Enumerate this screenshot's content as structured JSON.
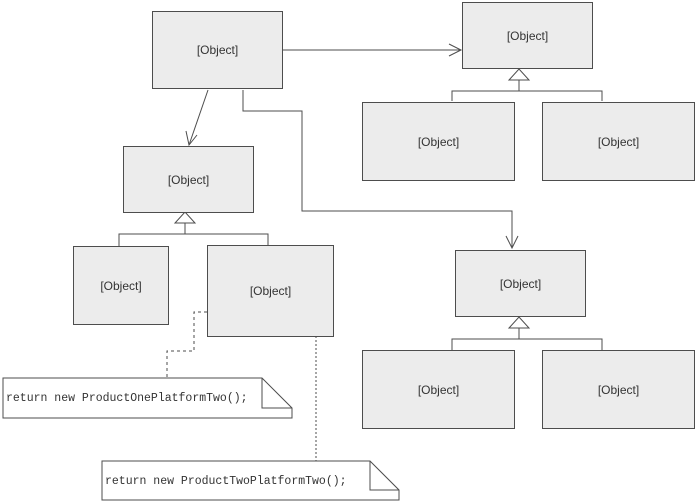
{
  "diagram": {
    "boxes": [
      {
        "id": "client",
        "label": "[Object]"
      },
      {
        "id": "abstract-product-top",
        "label": "[Object]"
      },
      {
        "id": "product-top-left",
        "label": "[Object]"
      },
      {
        "id": "product-top-right",
        "label": "[Object]"
      },
      {
        "id": "abstract-factory",
        "label": "[Object]"
      },
      {
        "id": "factory-platform-one",
        "label": "[Object]"
      },
      {
        "id": "factory-platform-two",
        "label": "[Object]"
      },
      {
        "id": "abstract-product-bottom",
        "label": "[Object]"
      },
      {
        "id": "product-bottom-left",
        "label": "[Object]"
      },
      {
        "id": "product-bottom-right",
        "label": "[Object]"
      }
    ],
    "notes": [
      {
        "id": "note-product-one",
        "text": "return new ProductOnePlatformTwo();"
      },
      {
        "id": "note-product-two",
        "text": "return new ProductTwoPlatformTwo();"
      }
    ],
    "colors": {
      "box_fill": "#ececec",
      "box_border": "#4d4d4d",
      "line": "#4d4d4d",
      "note_fill": "#ffffff"
    }
  }
}
